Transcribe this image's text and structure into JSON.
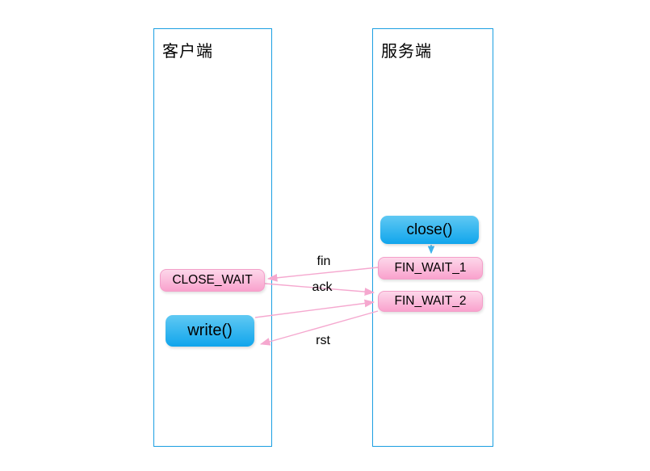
{
  "diagram": {
    "client": {
      "title": "客户端"
    },
    "server": {
      "title": "服务端"
    },
    "nodes": {
      "close": "close()",
      "fin_wait_1": "FIN_WAIT_1",
      "fin_wait_2": "FIN_WAIT_2",
      "close_wait": "CLOSE_WAIT",
      "write": "write()"
    },
    "messages": {
      "fin": "fin",
      "ack": "ack",
      "rst": "rst"
    },
    "colors": {
      "lifeline_border": "#1b9fe2",
      "blue_node_top": "#60c9f3",
      "blue_node_bottom": "#10a5ec",
      "pink_node_top": "#fdd7ea",
      "pink_node_bottom": "#f9a2cd",
      "pink_arrow": "#f5a8cf",
      "blue_arrow": "#3fb3ec",
      "text": "#000000"
    }
  }
}
